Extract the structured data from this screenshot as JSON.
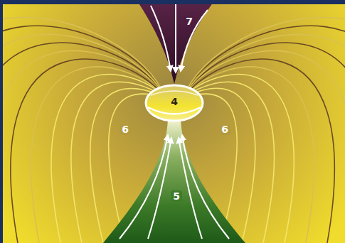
{
  "diagram": {
    "labels": [
      "7",
      "4",
      "6",
      "6",
      "5"
    ]
  }
}
